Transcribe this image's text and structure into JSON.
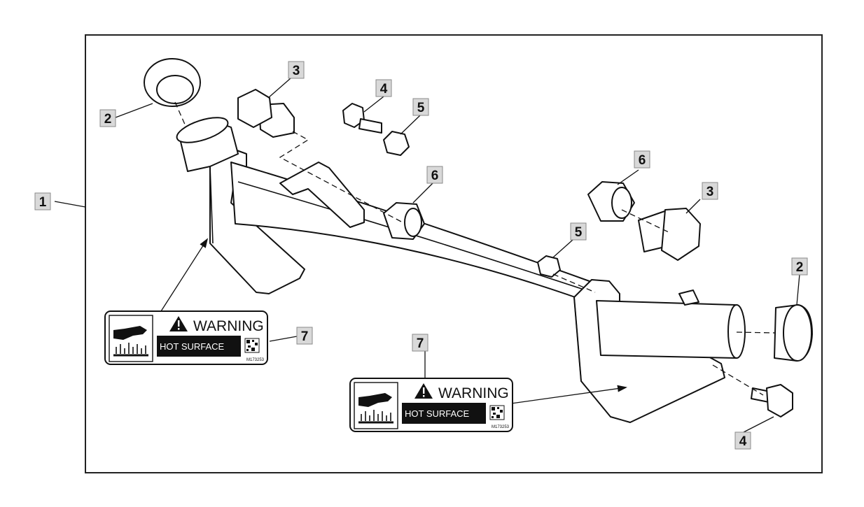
{
  "callouts": {
    "c1": "1",
    "c2a": "2",
    "c2b": "2",
    "c3a": "3",
    "c3b": "3",
    "c4a": "4",
    "c4b": "4",
    "c5a": "5",
    "c5b": "5",
    "c6a": "6",
    "c6b": "6",
    "c7a": "7",
    "c7b": "7"
  },
  "decals": {
    "left": {
      "warning": "WARNING",
      "message": "HOT SURFACE",
      "part_number": "M173253"
    },
    "right": {
      "warning": "WARNING",
      "message": "HOT SURFACE",
      "part_number": "M173253"
    }
  },
  "icons": [
    "hot-surface-hand-icon",
    "warning-triangle-icon",
    "data-matrix-icon"
  ]
}
